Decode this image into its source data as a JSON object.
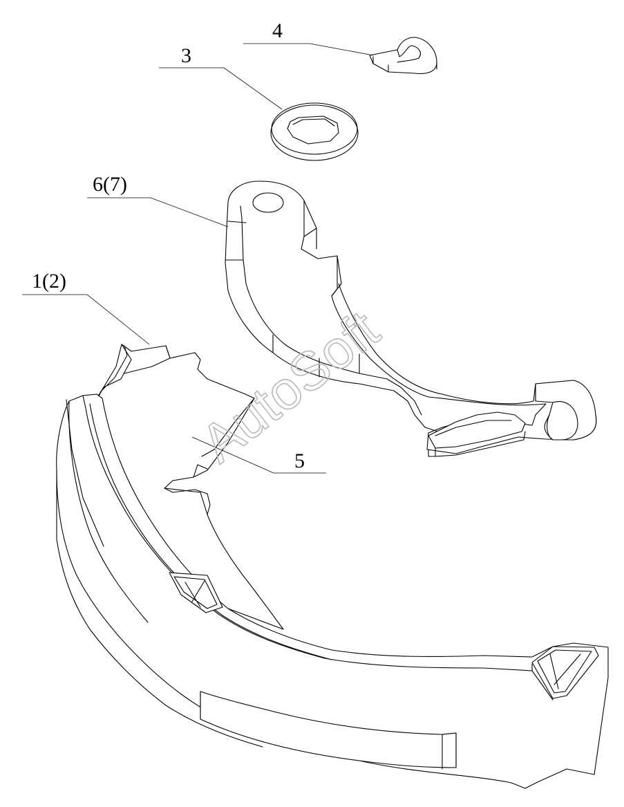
{
  "callouts": {
    "part_4": "4",
    "part_3": "3",
    "part_6_7": "6(7)",
    "part_1_2": "1(2)",
    "part_5": "5"
  },
  "watermark": "AutoSoft",
  "colors": {
    "line": "#000000",
    "background": "#ffffff",
    "watermark": "#b9b9b9"
  }
}
